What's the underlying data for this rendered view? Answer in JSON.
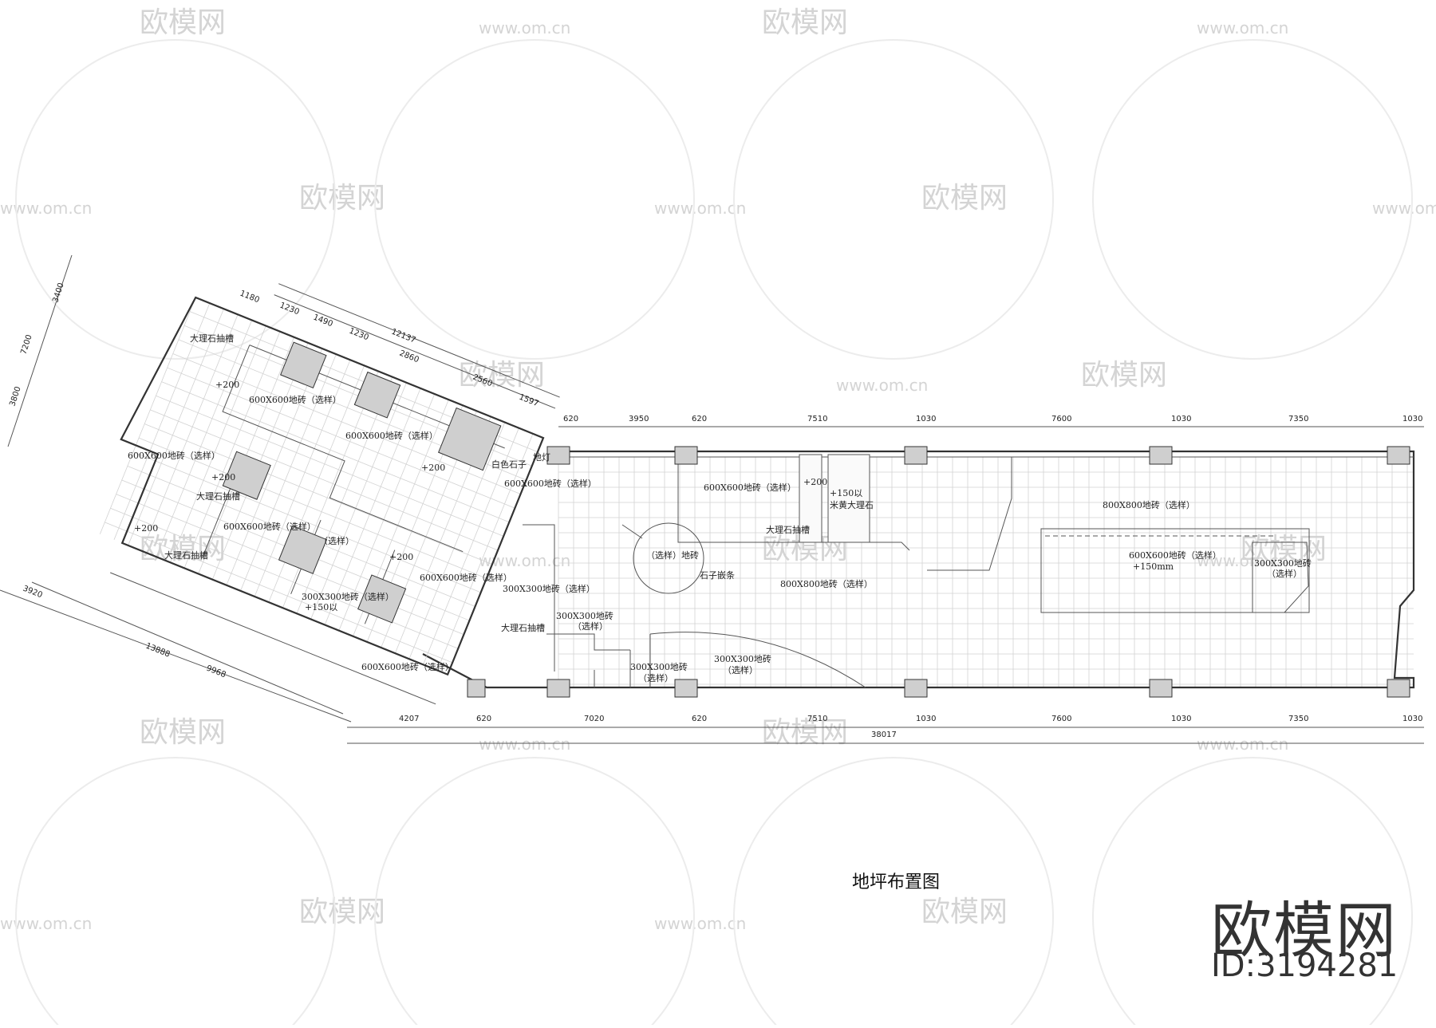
{
  "title": "地坪布置图",
  "brand": {
    "logo": "欧模网",
    "id": "ID:3194281"
  },
  "watermarks": {
    "logo": "欧模网",
    "url": "www.om.cn"
  },
  "dims_top": [
    "620",
    "3950",
    "620",
    "7510",
    "1030",
    "7600",
    "1030",
    "7350",
    "1030"
  ],
  "dims_bottom": [
    "4207",
    "620",
    "7020",
    "620",
    "7510",
    "1030",
    "7600",
    "1030",
    "7350",
    "1030"
  ],
  "dim_total": "38017",
  "dims_wing_top": [
    "1180",
    "1230",
    "1490",
    "1230",
    "2860",
    "2560",
    "1597"
  ],
  "dim_wing_total": "12137",
  "dims_left": [
    "3400",
    "7200",
    "3800"
  ],
  "dims_wing_bottom": [
    "3920",
    "13888",
    "9968"
  ],
  "labels": [
    "大理石抽槽",
    "+200",
    "600X600地砖（选样）",
    "600X600地砖（选样）",
    "600X600地砖（选样）",
    "+200",
    "+200",
    "大理石抽槽",
    "600X600地砖（选样）",
    "（选样）",
    "+200",
    "大理石抽槽",
    "+200",
    "600X600地砖（选样）",
    "300X300地砖（选样）",
    "300X300地砖（选样）",
    "+150以",
    "白色石子",
    "地灯",
    "600X600地砖（选样）",
    "600X600地砖（选样）",
    "+200",
    "+150以",
    "米黄大理石",
    "大理石抽槽",
    "（选样）地砖",
    "石子嵌条",
    "800X800地砖（选样）",
    "800X800地砖（选样）",
    "600X600地砖（选样）",
    "+150mm",
    "300X300地砖",
    "（选样）",
    "300X300地砖",
    "（选样）",
    "大理石抽槽",
    "300X300地砖",
    "（选样）",
    "300X300地砖",
    "（选样）",
    "600X600地砖（选样）"
  ]
}
